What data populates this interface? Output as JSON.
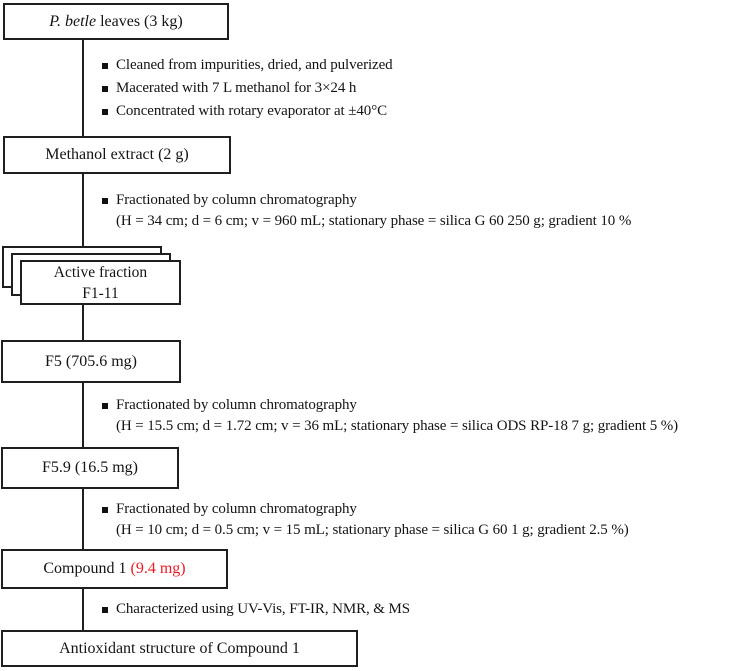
{
  "colors": {
    "accent_red": "#ed1c24",
    "border": "#1f1f1f",
    "text": "#141414",
    "background": "#ffffff"
  },
  "icons": {
    "bullet": "square-bullet"
  },
  "boxes": {
    "leaves": {
      "italic": "P. betle",
      "rest": " leaves (3 kg)"
    },
    "methanol": {
      "label": "Methanol extract (2 g)"
    },
    "active_fraction": {
      "line1": "Active fraction",
      "line2": "F1-11"
    },
    "f5": {
      "label": "F5 (705.6 mg)"
    },
    "f5_9": {
      "label": "F5.9 (16.5 mg)"
    },
    "compound": {
      "prefix": "Compound 1 ",
      "amount_red": "(9.4 mg)"
    },
    "result": {
      "label": "Antioxidant structure of Compound 1"
    }
  },
  "steps": {
    "step1": {
      "bullets": [
        "Cleaned from impurities, dried, and pulverized",
        "Macerated with 7 L methanol for 3×24 h",
        "Concentrated with rotary evaporator at ±40°C"
      ]
    },
    "step2": {
      "line1": "Fractionated by column chromatography",
      "line2": "(H = 34 cm; d = 6 cm; v = 960 mL; stationary phase = silica G 60 250 g; gradient 10 %"
    },
    "step3": {
      "line1": "Fractionated by column chromatography",
      "line2": "(H = 15.5 cm; d = 1.72 cm; v = 36 mL; stationary phase = silica ODS RP-18 7 g; gradient 5 %)"
    },
    "step4": {
      "line1": "Fractionated by column chromatography",
      "line2": "(H = 10 cm; d = 0.5 cm; v = 15 mL; stationary phase = silica G 60 1 g; gradient 2.5 %)"
    },
    "step5": {
      "line1": "Characterized using UV-Vis, FT-IR, NMR, & MS"
    }
  }
}
